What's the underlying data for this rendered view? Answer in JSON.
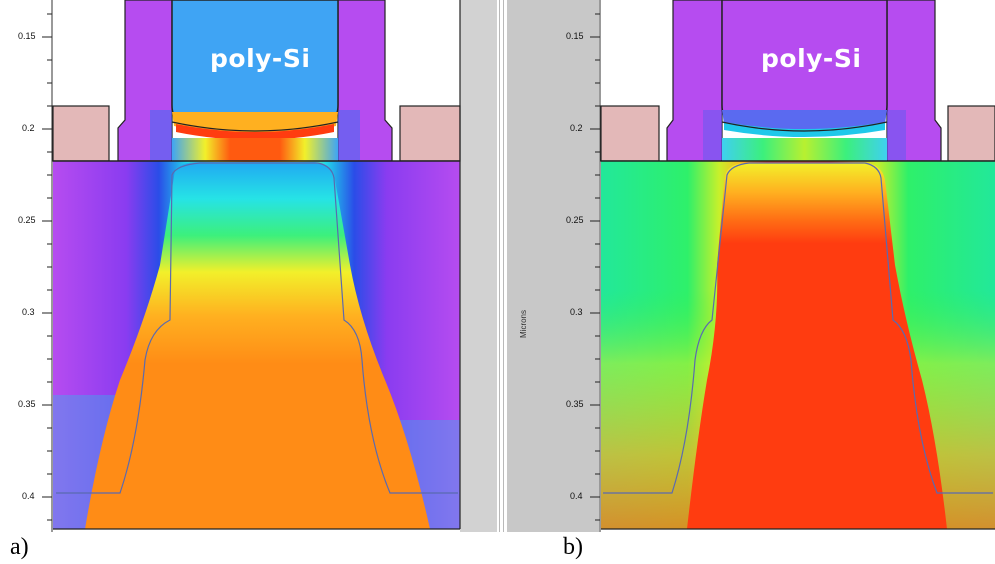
{
  "panels": [
    {
      "id": "a",
      "caption": "a)",
      "region_label": "poly-Si",
      "axis_title": "",
      "y_ticks": [
        "0.15",
        "0.2",
        "0.25",
        "0.3",
        "0.35",
        "0.4"
      ]
    },
    {
      "id": "b",
      "caption": "b)",
      "region_label": "poly-Si",
      "axis_title": "Microns",
      "y_ticks": [
        "0.15",
        "0.2",
        "0.25",
        "0.3",
        "0.35",
        "0.4"
      ]
    }
  ],
  "colors": {
    "axis_strip": "#c8c8c8",
    "oxide_pink": "#e3b8b8",
    "magenta": "#b64cf0",
    "blue": "#3fa4f4",
    "cyan": "#26e3e6",
    "green": "#3cf07c",
    "yellow": "#f2f02a",
    "orange": "#ff8c16",
    "red": "#ff3c10",
    "gray_bg": "#d2d2d2"
  }
}
